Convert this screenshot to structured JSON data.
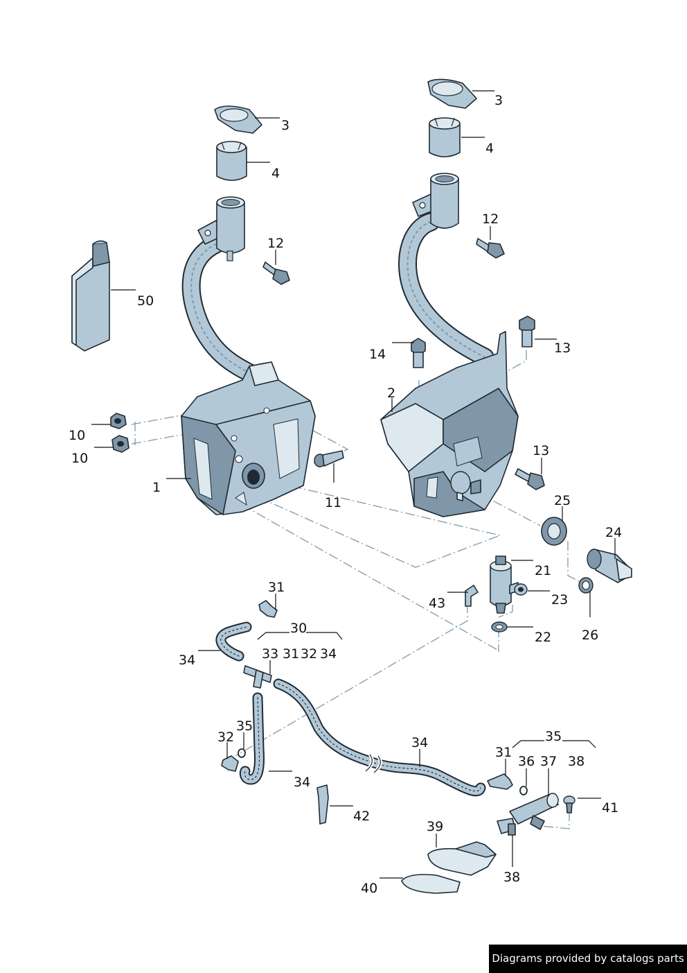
{
  "colors": {
    "part_fill": "#b3c8d6",
    "part_light": "#dde8ef",
    "part_dark": "#7f97a8",
    "outline": "#1e2a33",
    "dash_line": "#7d9aaa",
    "credit_bg": "#000000",
    "credit_text": "#ffffff"
  },
  "labels": {
    "p3a": "3",
    "p4a": "4",
    "p12a": "12",
    "p50": "50",
    "p10a": "10",
    "p10b": "10",
    "p1": "1",
    "p11": "11",
    "p3b": "3",
    "p4b": "4",
    "p12b": "12",
    "p13a": "13",
    "p14": "14",
    "p2": "2",
    "p13b": "13",
    "p25": "25",
    "p24": "24",
    "p21": "21",
    "p23": "23",
    "p43": "43",
    "p22": "22",
    "p26": "26",
    "p31a": "31",
    "p30": "30",
    "p33": "33",
    "p31b": "31",
    "p32a": "32",
    "p34a": "34",
    "p34b": "34",
    "p32b": "32",
    "p35a": "35",
    "p34c": "34",
    "p34d": "34",
    "p42": "42",
    "p35b": "35",
    "p31c": "31",
    "p36": "36",
    "p37": "37",
    "p38a": "38",
    "p41": "41",
    "p39": "39",
    "p38b": "38",
    "p40": "40"
  },
  "credit": "Diagrams provided by catalogs parts"
}
